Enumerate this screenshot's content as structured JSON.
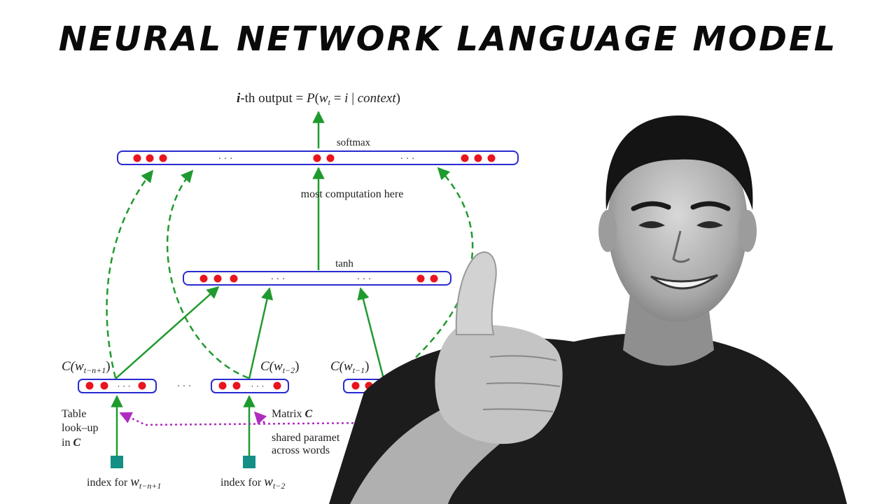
{
  "title": "NEURAL NETWORK LANGUAGE MODEL",
  "diagram": {
    "output_label": "i-th output = P(w_t = i | context)",
    "output_prefix": "i",
    "output_mid": "-th output = ",
    "output_p": "P",
    "output_open": "(",
    "output_w": "w",
    "output_sub_t": "t",
    "output_eq": " = ",
    "output_i": "i",
    "output_bar": " | ",
    "output_context": "context",
    "output_close": ")",
    "softmax_label": "softmax",
    "computation_label": "most  computation here",
    "tanh_label": "tanh",
    "dots": "· · ·",
    "c_label_1": "C(w",
    "c_sub_1": "t−n+1",
    "c_close": ")",
    "c_label_2": "C(w",
    "c_sub_2": "t−2",
    "c_label_3": "C(w",
    "c_sub_3": "t−1",
    "table_line1": "Table",
    "table_line2": "look–up",
    "table_line3": "in ",
    "table_c": "C",
    "matrix_label": "Matrix ",
    "matrix_c": "C",
    "shared_line1": "shared paramet",
    "shared_line2": "across words",
    "index_label": "index for ",
    "index_w": "w",
    "index_sub_1": "t−n+1",
    "index_sub_2": "t−2"
  },
  "colors": {
    "layer_border": "#2a2ad0",
    "neuron": "#e8141e",
    "arrow": "#1f9a2e",
    "dashed": "#1f9a2e",
    "shared": "#b02cc0",
    "index_box": "#138f86"
  }
}
